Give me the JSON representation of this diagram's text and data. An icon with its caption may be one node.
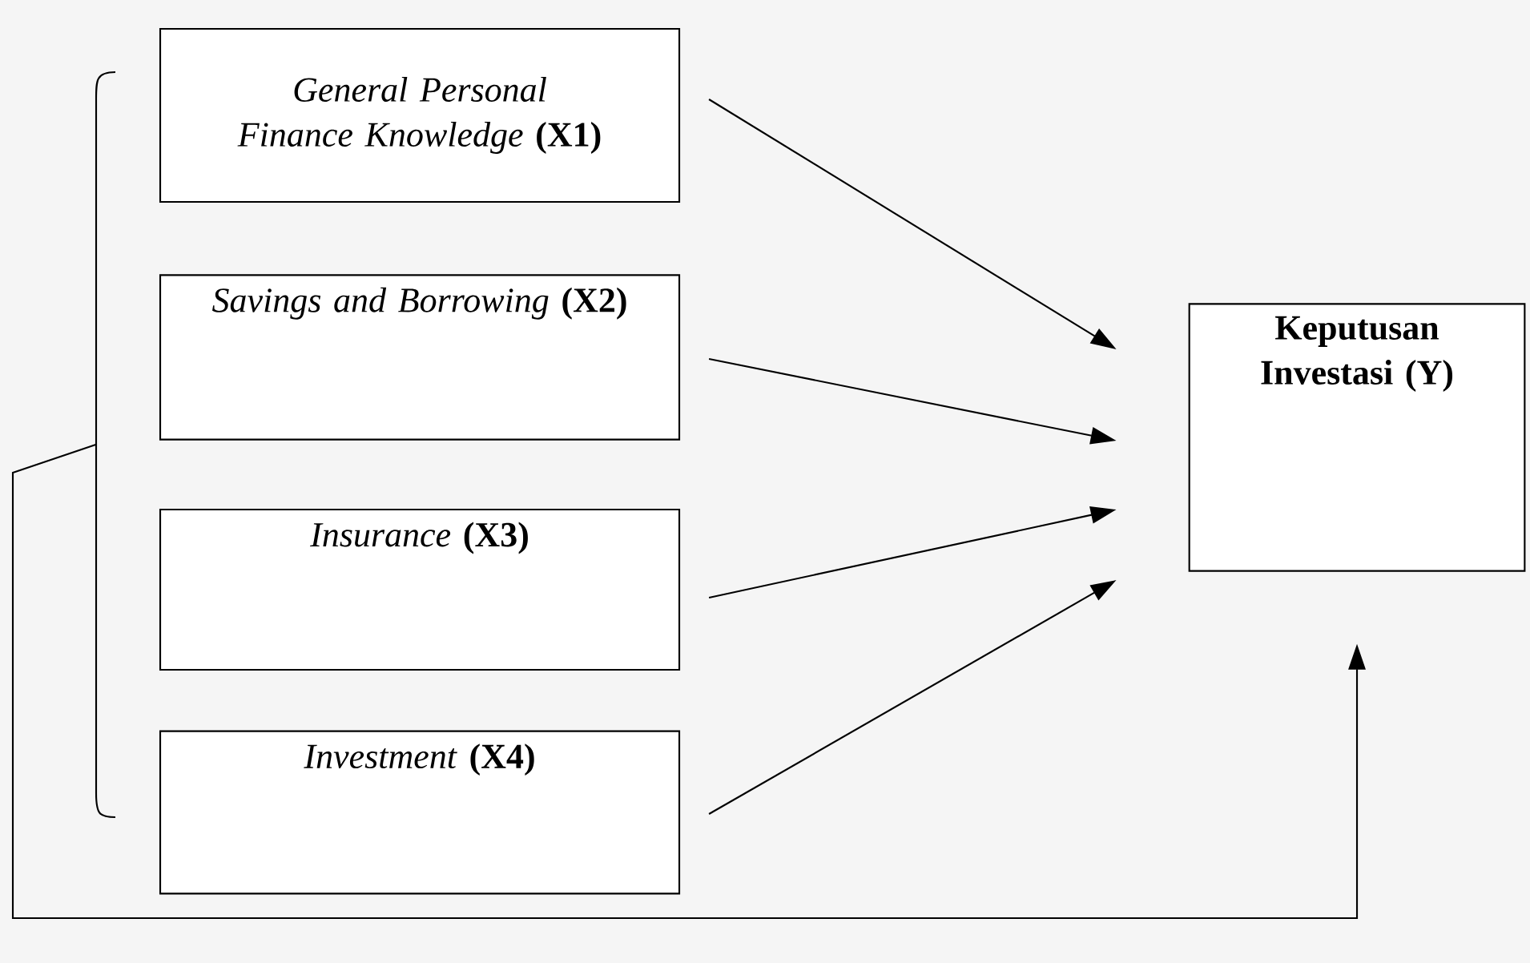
{
  "diagram": {
    "nodes": [
      {
        "text": [
          "*General Personal Finance Knowledge* **(X1)**"
        ]
      },
      {
        "text": [
          "*Savings and Borrowing* **(X2)**"
        ]
      },
      {
        "text": [
          "*Insurance* **(X3)**"
        ]
      },
      {
        "text": [
          "*Investment* **(X4)**"
        ]
      },
      {
        "text": [
          "Keputusan Investasi (Y)"
        ]
      },
      {
        "text": [],
        "shape": "bracket"
      }
    ],
    "edges": [
      {
        "from": 0,
        "to": 4,
        "arrow": "to"
      },
      {
        "from": 1,
        "to": 4,
        "arrow": "to"
      },
      {
        "from": 2,
        "to": 4,
        "arrow": "to"
      },
      {
        "from": 3,
        "to": 4,
        "arrow": "to"
      },
      {
        "from": 5,
        "to": 4,
        "arrow": "to"
      }
    ]
  }
}
